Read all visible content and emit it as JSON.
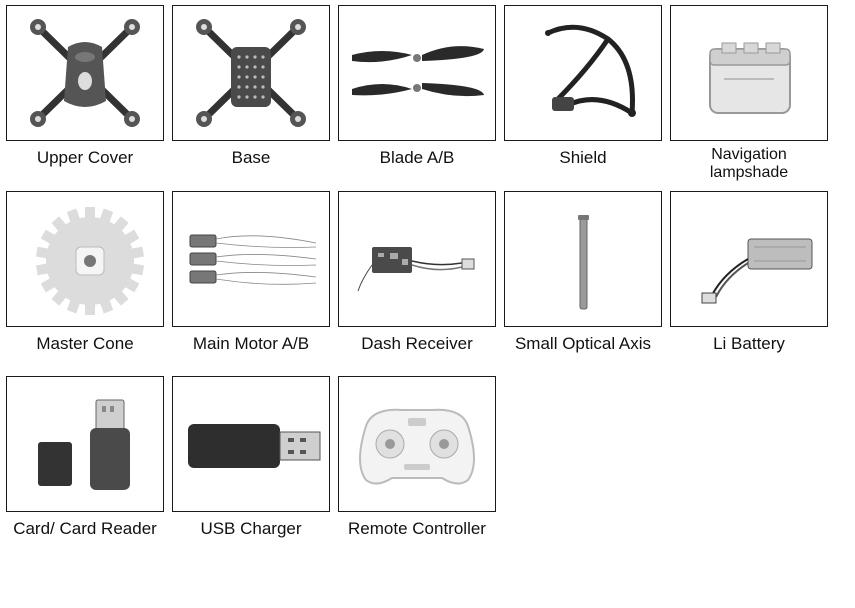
{
  "parts": [
    {
      "id": "upper-cover",
      "label": "Upper Cover",
      "icon": "drone-upper-cover-icon"
    },
    {
      "id": "base",
      "label": "Base",
      "icon": "drone-base-icon"
    },
    {
      "id": "blade",
      "label": "Blade A/B",
      "icon": "propeller-blade-icon"
    },
    {
      "id": "shield",
      "label": "Shield",
      "icon": "propeller-shield-icon"
    },
    {
      "id": "navigation-lampshade",
      "label": "Navigation lampshade",
      "icon": "lampshade-icon"
    },
    {
      "id": "master-cone",
      "label": "Master Cone",
      "icon": "gear-icon"
    },
    {
      "id": "main-motor",
      "label": "Main Motor A/B",
      "icon": "motor-icon"
    },
    {
      "id": "dash-receiver",
      "label": "Dash Receiver",
      "icon": "receiver-board-icon"
    },
    {
      "id": "small-optical-axis",
      "label": "Small Optical Axis",
      "icon": "axis-rod-icon"
    },
    {
      "id": "li-battery",
      "label": "Li Battery",
      "icon": "battery-icon"
    },
    {
      "id": "card-reader",
      "label": "Card/ Card Reader",
      "icon": "sd-card-reader-icon"
    },
    {
      "id": "usb-charger",
      "label": "USB Charger",
      "icon": "usb-charger-icon"
    },
    {
      "id": "remote-controller",
      "label": "Remote Controller",
      "icon": "remote-controller-icon"
    }
  ]
}
